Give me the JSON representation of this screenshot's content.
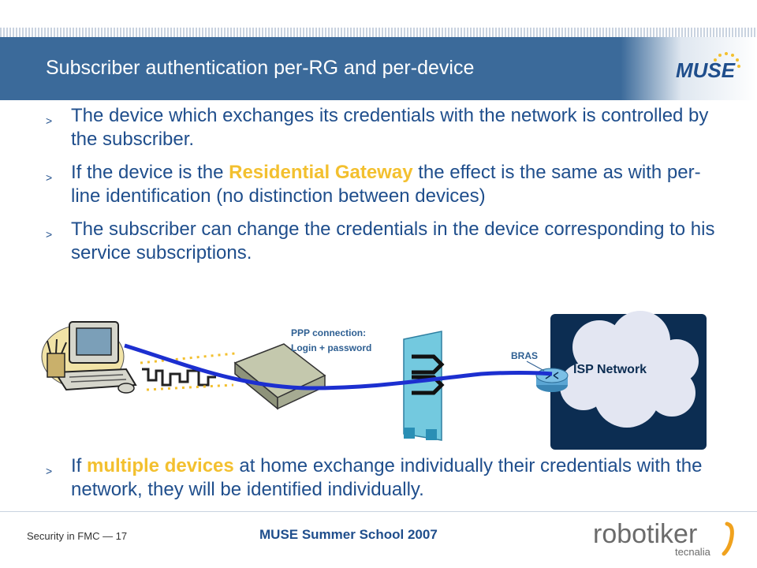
{
  "header": {
    "title": "Subscriber authentication per-RG and per-device",
    "logo_text": "MUSE"
  },
  "bullets": [
    {
      "parts": [
        {
          "text": "The device which exchanges its credentials with the network is controlled by the subscriber."
        }
      ]
    },
    {
      "parts": [
        {
          "text": "If the device is the "
        },
        {
          "text": "Residential Gateway",
          "highlight": true
        },
        {
          "text": " the effect is the same as with per-line identification (no distinction between devices)"
        }
      ]
    },
    {
      "parts": [
        {
          "text": "The subscriber can change the credentials in the device corresponding to his service subscriptions."
        }
      ]
    }
  ],
  "bullet_bottom": {
    "parts": [
      {
        "text": "If "
      },
      {
        "text": "multiple devices",
        "highlight": true
      },
      {
        "text": " at home exchange individually their credentials with the network, they will be identified individually."
      }
    ]
  },
  "bullet_marker": ">",
  "diagram": {
    "ppp_label_line1": "PPP connection:",
    "ppp_label_line2": "Login + password",
    "bras_label": "BRAS",
    "cloud_label": "ISP Network"
  },
  "footer": {
    "left": "Security in FMC — 17",
    "center": "MUSE Summer School 2007",
    "logo_text": "robotiker",
    "logo_subtext": "tecnalia"
  },
  "colors": {
    "header_bg": "#3b6a9a",
    "body_text": "#1f4e8c",
    "highlight": "#f3c02f",
    "cloud_bg": "#0c2d52",
    "link_line": "#1c2fd0"
  }
}
